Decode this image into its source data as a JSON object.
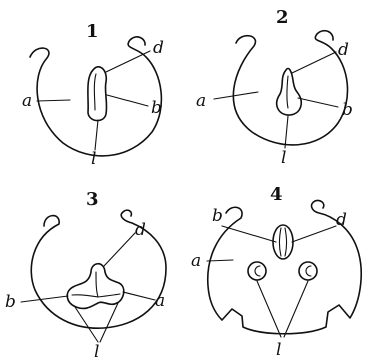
{
  "figures": [
    {
      "number": "1",
      "labels": {
        "a": "a",
        "b": "b",
        "d": "d",
        "l": "l"
      }
    },
    {
      "number": "2",
      "labels": {
        "a": "a",
        "b": "b",
        "d": "d",
        "l": "l"
      }
    },
    {
      "number": "3",
      "labels": {
        "a": "a",
        "b": "b",
        "d": "d",
        "l": "l"
      }
    },
    {
      "number": "4",
      "labels": {
        "a": "a",
        "b": "b",
        "d": "d",
        "l": "l"
      }
    }
  ],
  "colors": {
    "ink": "#111111",
    "background": "#ffffff"
  }
}
